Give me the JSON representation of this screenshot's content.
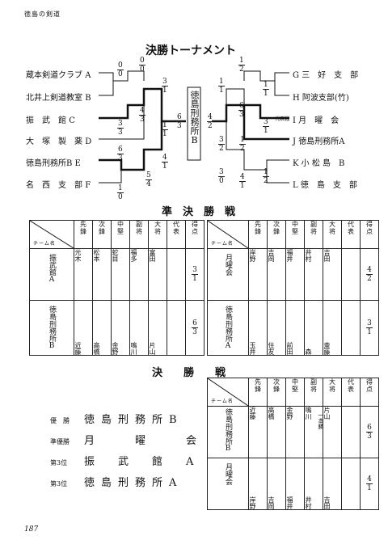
{
  "header": "徳島の剣道",
  "page": "187",
  "bracket": {
    "title": "決勝トーナメント",
    "left": [
      {
        "name": "蔵本剣道クラブ",
        "code": "A"
      },
      {
        "name": "北井上剣道教室",
        "code": "B"
      },
      {
        "name": "振　武　館",
        "code": "C"
      },
      {
        "name": "大　塚　製　薬",
        "code": "D"
      },
      {
        "name": "徳島刑務所B",
        "code": "E"
      },
      {
        "name": "名　西　支　部",
        "code": "F"
      }
    ],
    "right": [
      {
        "code": "G",
        "name": "三　好　支　部"
      },
      {
        "code": "H",
        "name": "阿波支部(竹)"
      },
      {
        "code": "I",
        "name": "月　曜　会"
      },
      {
        "code": "J",
        "name": "徳島刑務所A"
      },
      {
        "code": "K",
        "name": "小 松 島　B"
      },
      {
        "code": "L",
        "name": "徳　島　支　部"
      }
    ],
    "winner": "徳島刑務所B",
    "scores": [
      "0/0",
      "0/0",
      "3/1",
      "3/3",
      "4/3",
      "1/1",
      "6/3",
      "5/4",
      "1/0",
      "6/3",
      "4/1",
      "4/2",
      "1/1",
      "1/1",
      "6/3",
      "3/1",
      "1/2",
      "3/2",
      "3/0",
      "4/1",
      "1/2",
      "1/2"
    ],
    "daihyo": "代表戦"
  },
  "semifinal": {
    "title": "準　決　勝　戦",
    "headers": [
      "チーム名",
      "先鋒",
      "次鋒",
      "中堅",
      "副将",
      "大将",
      "代表",
      "得点"
    ],
    "left": {
      "team_a": "振武館A",
      "team_b": "徳島刑務所B",
      "a_players": [
        "元木",
        "松本",
        "蛇目",
        "福多",
        "富田"
      ],
      "b_players": [
        "近藤",
        "高橋",
        "金野",
        "鳴川",
        "片山"
      ],
      "score_a": "3/1",
      "score_b": "6/3"
    },
    "right": {
      "team_a": "月曜会",
      "team_b": "徳島刑務所A",
      "a_players": [
        "岸野",
        "吉岡",
        "福井",
        "井村",
        "吉田"
      ],
      "b_players": [
        "玉井",
        "住友",
        "前田",
        "森",
        "斎藤"
      ],
      "score_a": "4/2",
      "score_b": "3/1"
    }
  },
  "final": {
    "title": "決　　勝　　戦",
    "team_a": "徳島刑務所B",
    "team_b": "月曜会",
    "a_players": [
      "近藤",
      "高橋",
      "金野",
      "鳴川",
      "片山"
    ],
    "b_players": [
      "岸野",
      "吉岡",
      "福井",
      "井村",
      "吉田"
    ],
    "score_a": "6/3",
    "score_b": "4/1",
    "ippon": "一本勝"
  },
  "results": [
    {
      "label": "優　勝",
      "team": "徳島刑務所B"
    },
    {
      "label": "準優勝",
      "team": "月　　曜　　会"
    },
    {
      "label": "第3位",
      "team": "振　武　館　A"
    },
    {
      "label": "第3位",
      "team": "徳島刑務所A"
    }
  ]
}
